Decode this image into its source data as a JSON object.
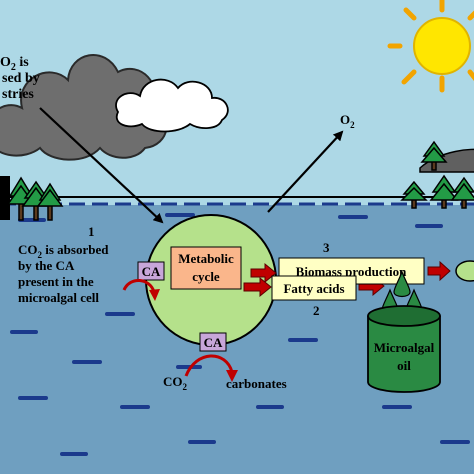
{
  "cloud_text": {
    "line1_prefix": "O",
    "line1_sub": "2",
    "line1_suffix": " is",
    "line2": "sed by",
    "line3": "stries"
  },
  "o2_top": {
    "main": "O",
    "sub": "2"
  },
  "step1": {
    "number": "1",
    "line1_prefix": "CO",
    "line1_sub": "2",
    "line1_suffix": " is absorbed",
    "line2": "by the CA",
    "line3": "present in the",
    "line4": "microalgal cell"
  },
  "cell": {
    "ca_top": "CA",
    "ca_bottom": "CA",
    "metabolic_line1": "Metabolic",
    "metabolic_line2": "cycle"
  },
  "co2_bottom": {
    "main": "CO",
    "sub": "2"
  },
  "carbonates": "carbonates",
  "biomass": {
    "number": "3",
    "label": "Biomass production"
  },
  "fatty": {
    "label": "Fatty acids",
    "number": "2"
  },
  "tank": {
    "line1": "Microalgal",
    "line2": "oil"
  },
  "colors": {
    "sky": "#add8e6",
    "water": "#6f9fc0",
    "cell": "#b5e18b",
    "ca_box": "#c7a6d9",
    "metabolic_box": "#fab68b",
    "label_box": "#ffffc4",
    "arrow_red": "#c00000",
    "sun": "#ffe600",
    "tree": "#239b46",
    "tank": "#2a8a43"
  }
}
